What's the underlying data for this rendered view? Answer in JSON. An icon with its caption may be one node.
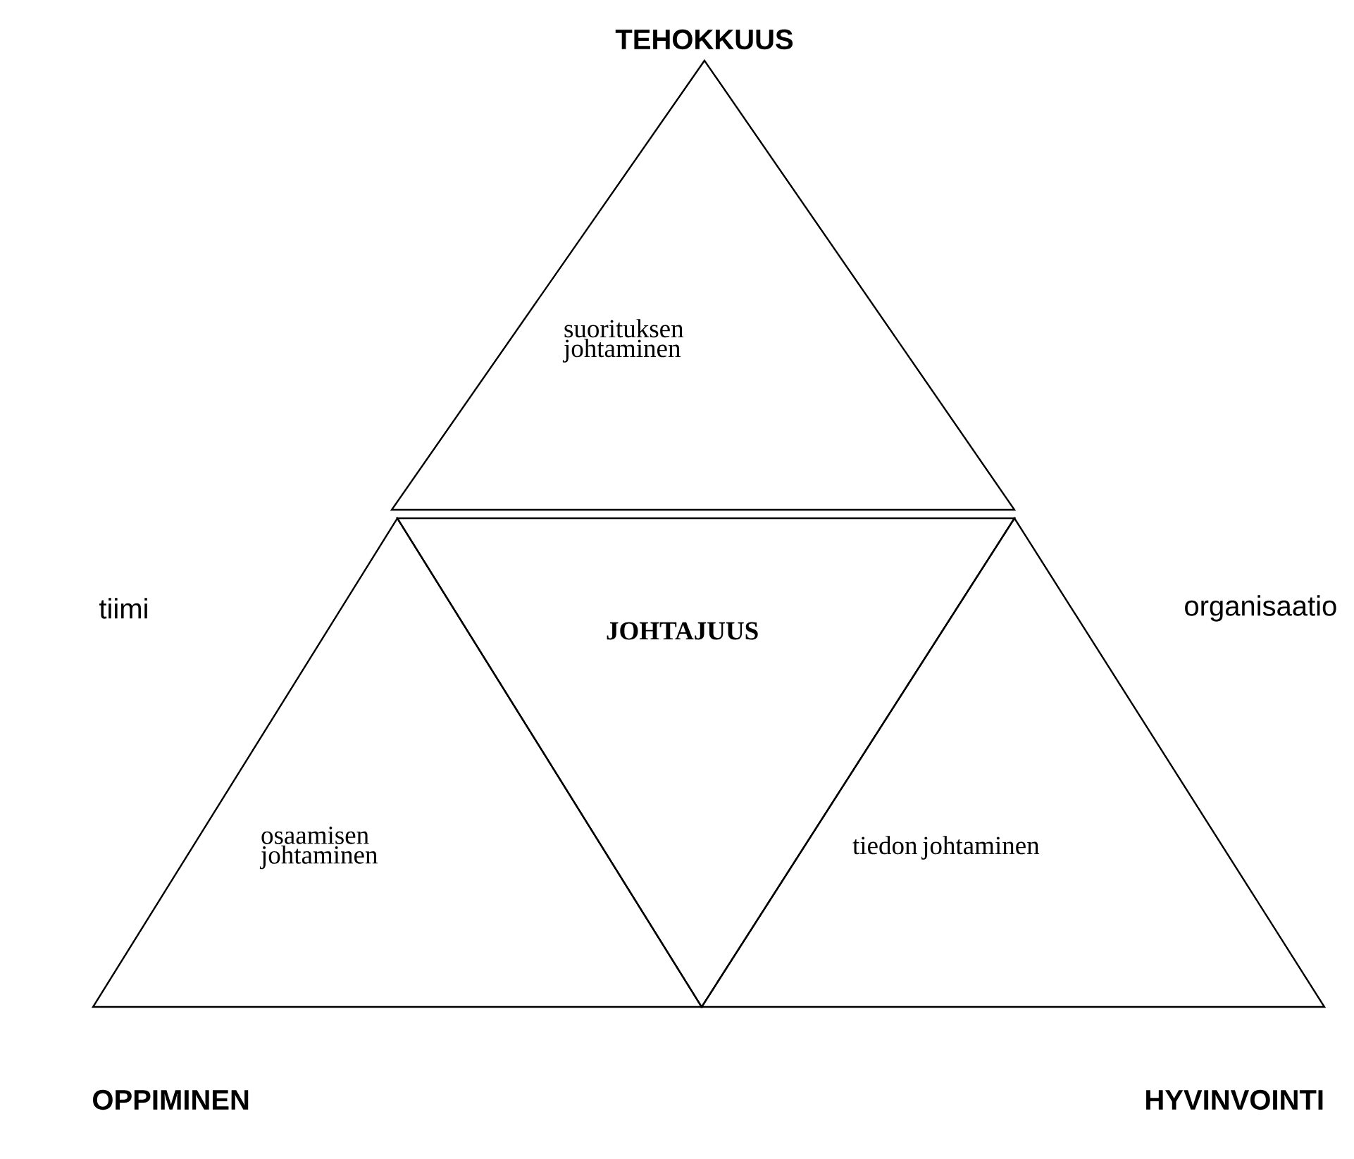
{
  "diagram": {
    "nodes": [
      {
        "text": [
          "suorituksen johtaminen"
        ]
      },
      {
        "text": [
          "JOHTAJUUS"
        ]
      },
      {
        "text": [
          "osaamisen johtaminen"
        ]
      },
      {
        "text": [
          "tiedon johtaminen"
        ]
      }
    ],
    "labels": [
      "TEHOKKUUS",
      "tiimi",
      "organisaatio",
      "OPPIMINEN",
      "HYVINVOINTI"
    ]
  }
}
